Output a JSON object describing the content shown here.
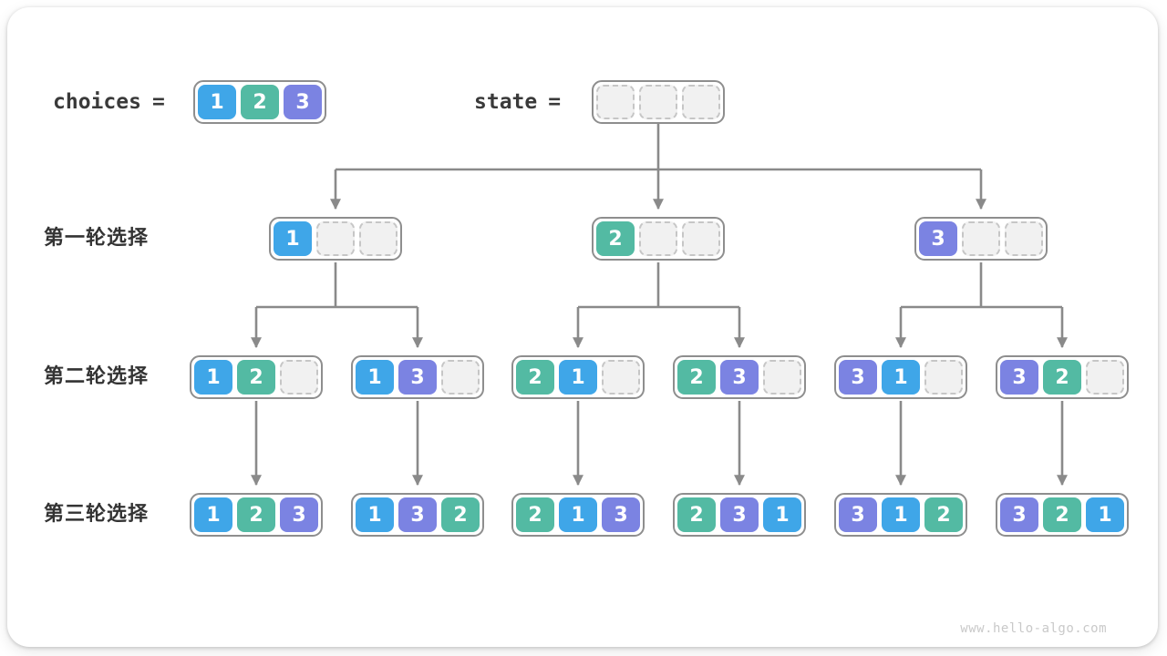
{
  "header": {
    "choices_word": "choices",
    "state_word": "state",
    "eq": "=",
    "choices": [
      1,
      2,
      3
    ],
    "state": [
      null,
      null,
      null
    ]
  },
  "rows": [
    {
      "label": "第一轮选择",
      "boxes": [
        [
          1,
          null,
          null
        ],
        [
          2,
          null,
          null
        ],
        [
          3,
          null,
          null
        ]
      ]
    },
    {
      "label": "第二轮选择",
      "boxes": [
        [
          1,
          2,
          null
        ],
        [
          1,
          3,
          null
        ],
        [
          2,
          1,
          null
        ],
        [
          2,
          3,
          null
        ],
        [
          3,
          1,
          null
        ],
        [
          3,
          2,
          null
        ]
      ]
    },
    {
      "label": "第三轮选择",
      "boxes": [
        [
          1,
          2,
          3
        ],
        [
          1,
          3,
          2
        ],
        [
          2,
          1,
          3
        ],
        [
          2,
          3,
          1
        ],
        [
          3,
          1,
          2
        ],
        [
          3,
          2,
          1
        ]
      ]
    }
  ],
  "colors": {
    "cell_1": "#3FA6E8",
    "cell_2": "#53BAA3",
    "cell_3": "#7B83E2",
    "arrow": "#8A8A8A",
    "box_border": "#8E8E8E",
    "empty_cell_bg": "#F1F1F1",
    "empty_cell_border": "#C6C6C6"
  },
  "watermark": "www.hello-algo.com"
}
